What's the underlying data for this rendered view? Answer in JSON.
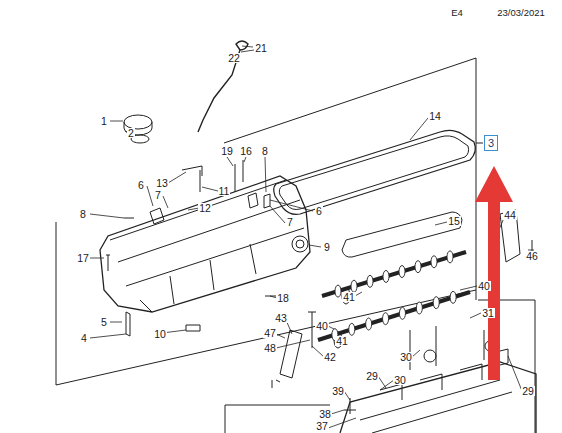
{
  "diagram": {
    "nodes": [
      {
        "text": [
          "3"
        ]
      }
    ],
    "labels": [
      "E4",
      "23/03/2021",
      "21",
      "22",
      "1",
      "2",
      "14",
      "19",
      "16",
      "8",
      "13",
      "6",
      "11",
      "7",
      "12",
      "8",
      "6",
      "7",
      "44",
      "15",
      "9",
      "46",
      "17",
      "40",
      "41",
      "18",
      "31",
      "43",
      "5",
      "40",
      "47",
      "10",
      "4",
      "41",
      "48",
      "42",
      "30",
      "29",
      "30",
      "39",
      "29",
      "38",
      "37"
    ]
  }
}
